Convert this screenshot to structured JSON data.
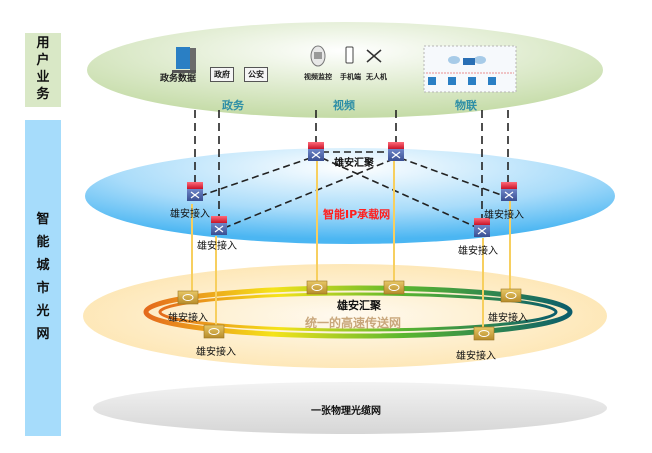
{
  "side_labels": {
    "user_business": [
      "用",
      "户",
      "业",
      "务"
    ],
    "smart_city_network": [
      "智",
      "能",
      "城",
      "市",
      "光",
      "网"
    ]
  },
  "user_layer": {
    "categories": [
      {
        "label": "政务",
        "items": [
          "政务数据",
          "政府",
          "公安"
        ]
      },
      {
        "label": "视频",
        "items": [
          "视频监控",
          "手机端",
          "无人机"
        ]
      },
      {
        "label": "物联",
        "items": []
      }
    ]
  },
  "ip_layer": {
    "title": "智能IP承载网",
    "aggregation_label": "雄安汇聚",
    "access_label": "雄安接入"
  },
  "transport_layer": {
    "title": "统一的高速传送网",
    "aggregation_label": "雄安汇聚",
    "access_label": "雄安接入"
  },
  "physical_layer": {
    "title": "一张物理光缆网"
  },
  "colors": {
    "user_ellipse": "#cfe2b6",
    "ip_ellipse": "#6cc4f5",
    "transport_ellipse": "#fde9b8",
    "physical_ellipse": "#dcdcdc",
    "category_text": "#2e8fa6",
    "ip_title": "#ff2020",
    "transport_title": "#c9a77c"
  }
}
